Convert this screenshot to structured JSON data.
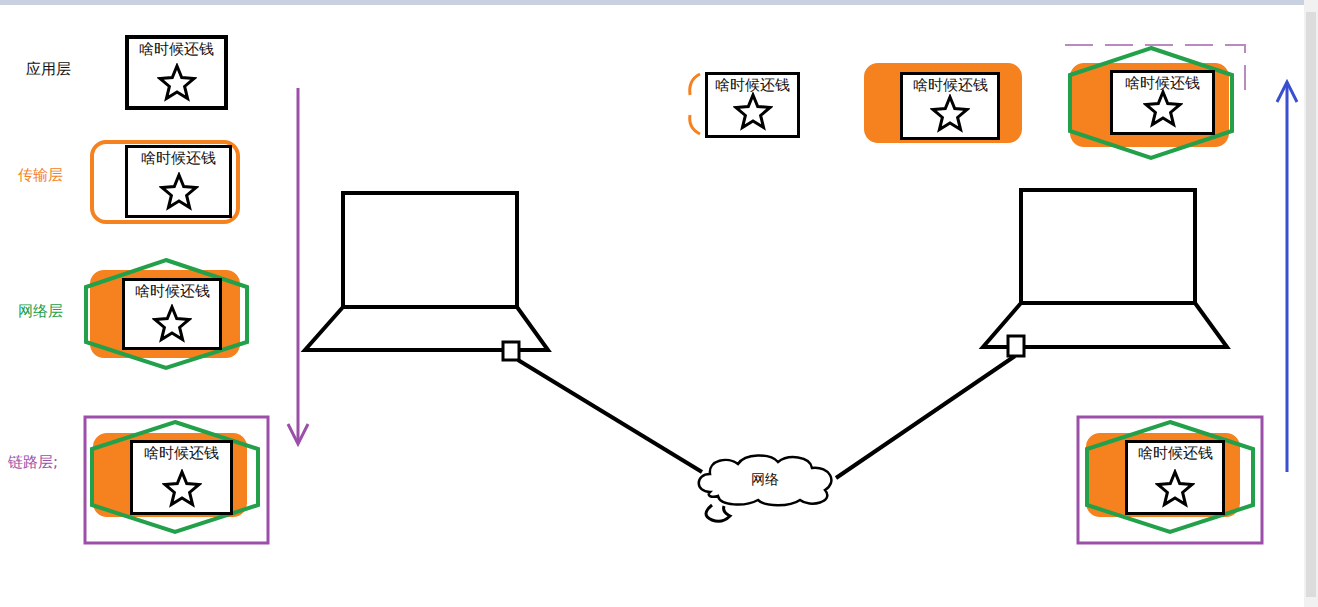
{
  "diagram": {
    "nodes": [
      {
        "text": [
          "啥时候还钱"
        ]
      },
      {
        "text": [
          "啥时候还钱"
        ]
      },
      {
        "text": [
          "啥时候还钱"
        ]
      },
      {
        "text": [
          "啥时候还钱"
        ]
      },
      {
        "text": [
          "网络"
        ]
      },
      {
        "text": [
          "啥时候还钱"
        ]
      },
      {
        "text": [
          "啥时候还钱"
        ]
      },
      {
        "text": [
          "啥时候还钱"
        ]
      },
      {
        "text": [
          "啥时候还钱"
        ]
      }
    ],
    "labels": [
      "应用层",
      "传输层",
      "网络层",
      "链路层;"
    ]
  }
}
